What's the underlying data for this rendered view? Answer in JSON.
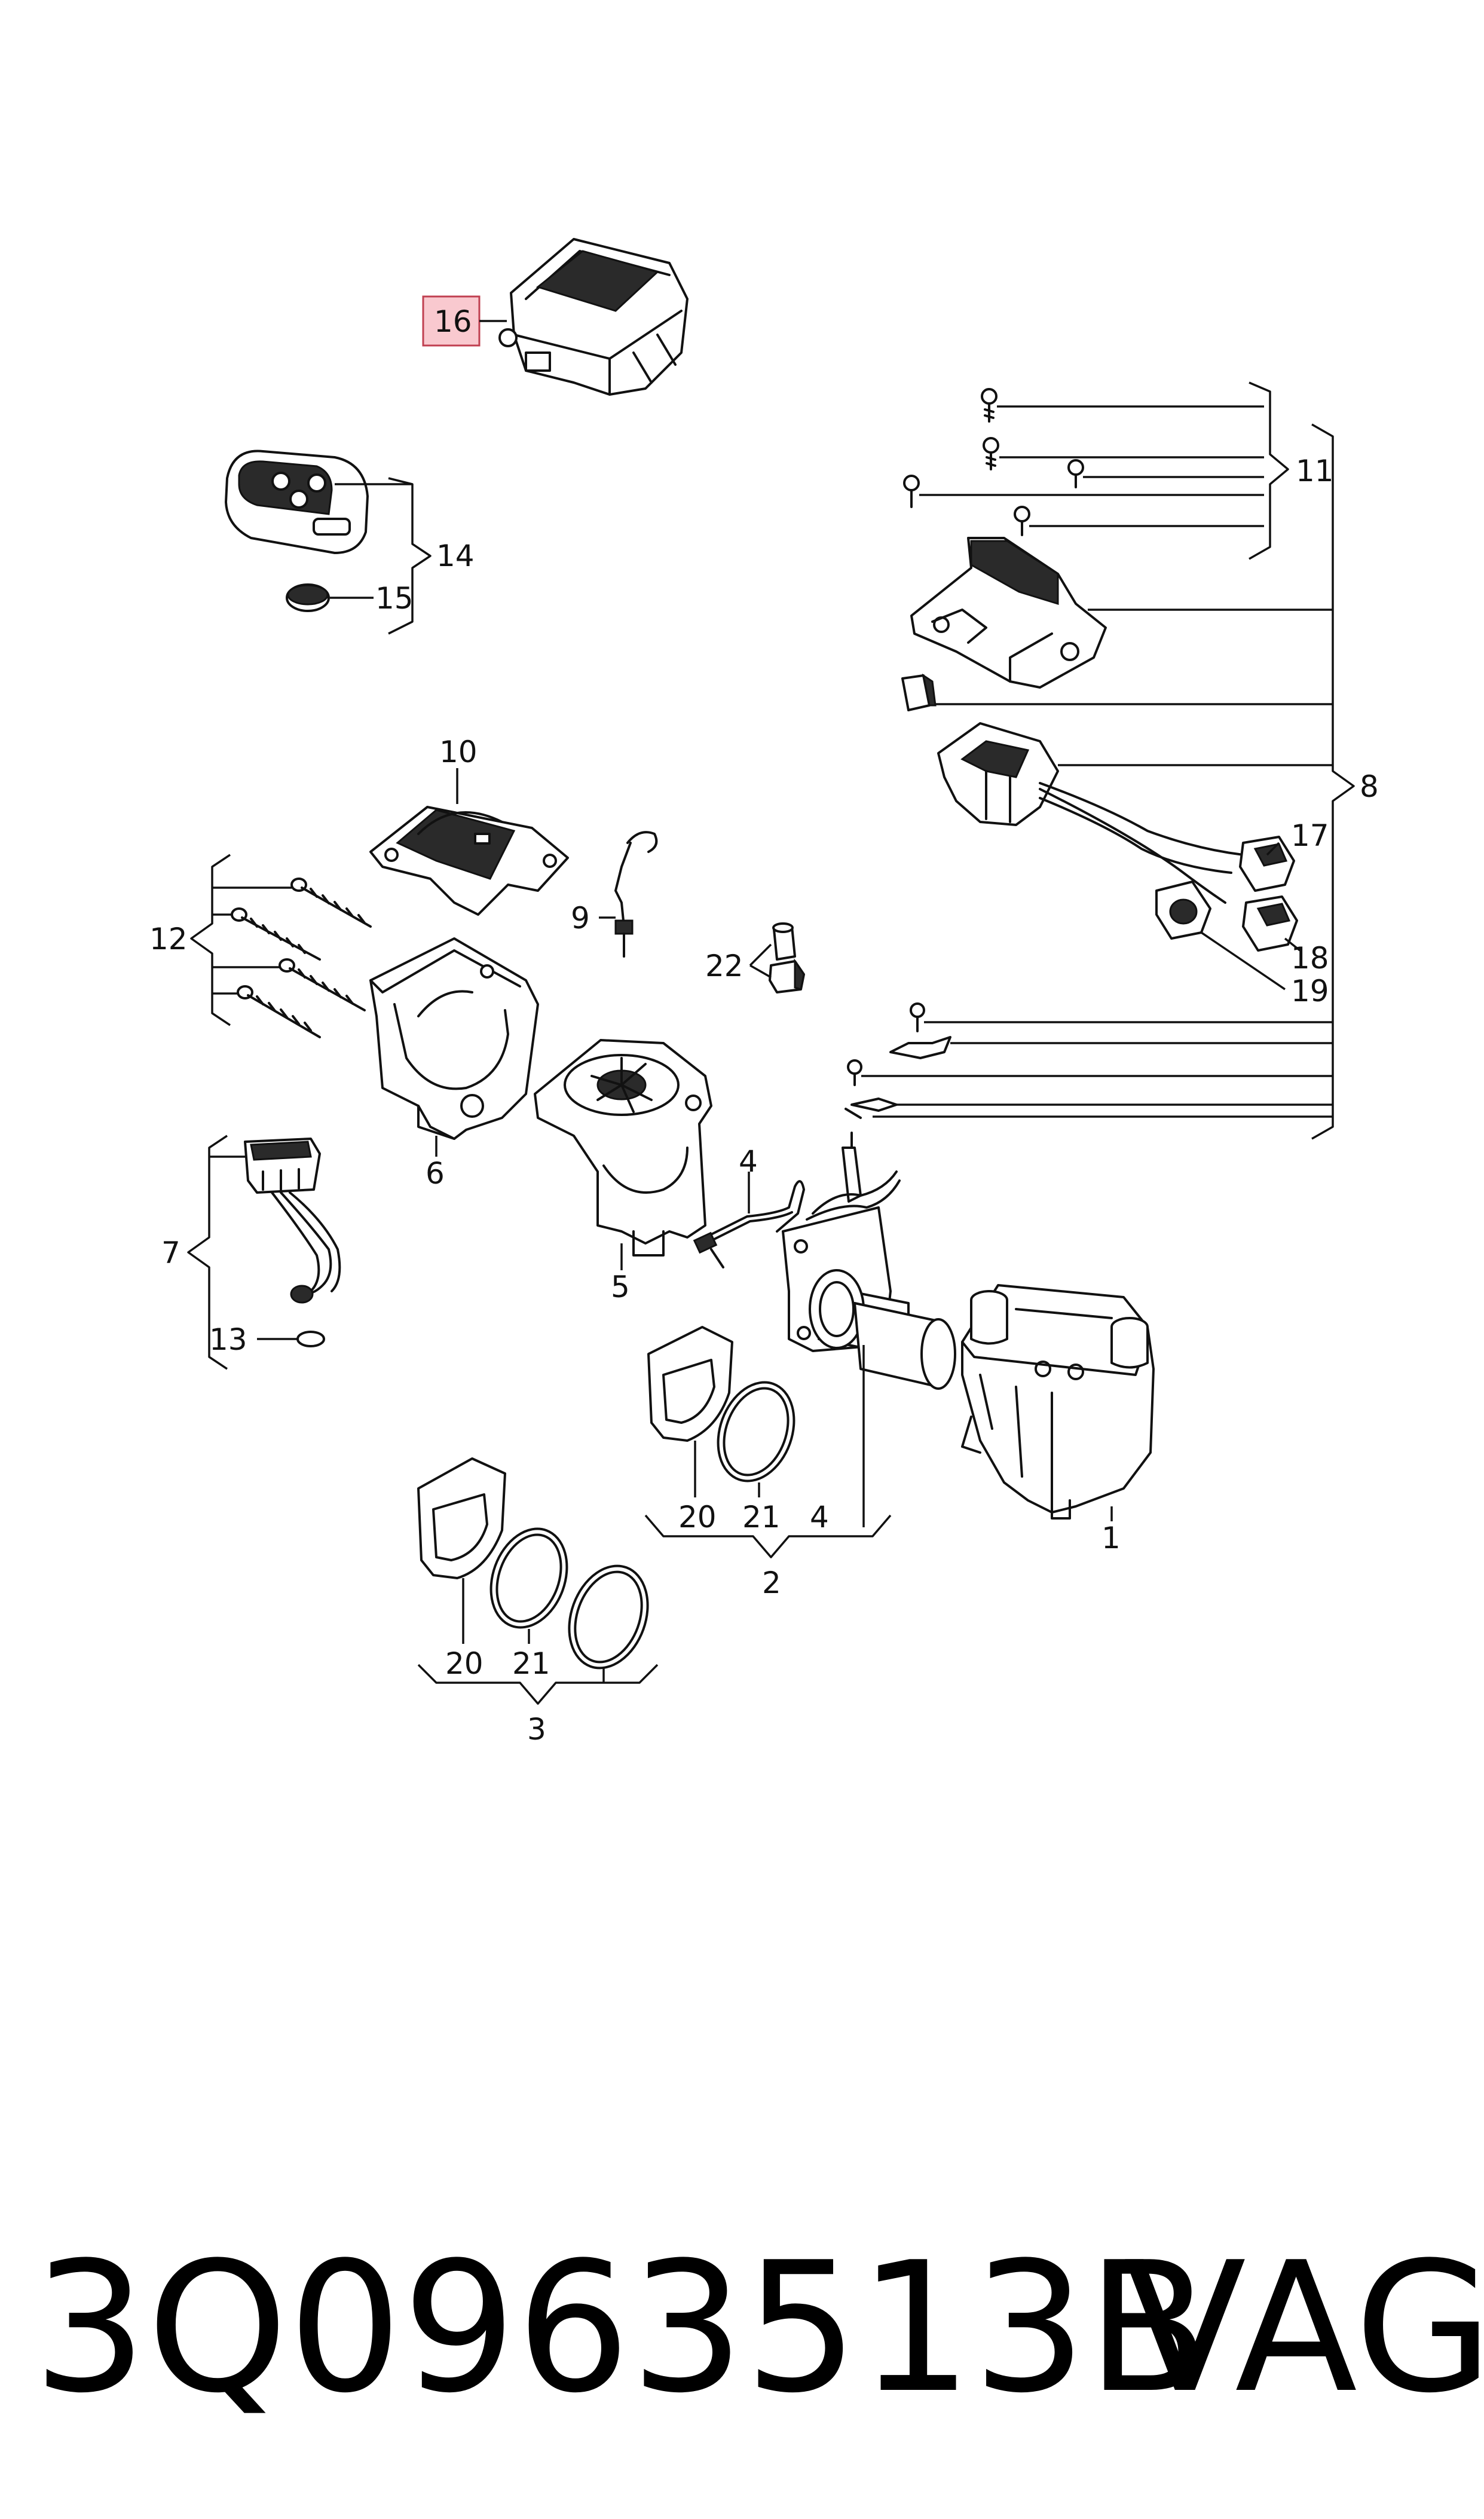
{
  "diagram": {
    "highlight_color": "#f9c9cf",
    "callouts": {
      "c1": "1",
      "c2": "2",
      "c3": "3",
      "c4a": "4",
      "c4b": "4",
      "c5": "5",
      "c6": "6",
      "c7": "7",
      "c8": "8",
      "c9": "9",
      "c10": "10",
      "c11": "11",
      "c12": "12",
      "c13": "13",
      "c14": "14",
      "c15": "15",
      "c16": "16",
      "c17": "17",
      "c18": "18",
      "c19": "19",
      "c20a": "20",
      "c20b": "20",
      "c21a": "21",
      "c21b": "21",
      "c22": "22"
    }
  },
  "footer": {
    "part_number": "3Q0963513B",
    "brand": "VAG"
  }
}
